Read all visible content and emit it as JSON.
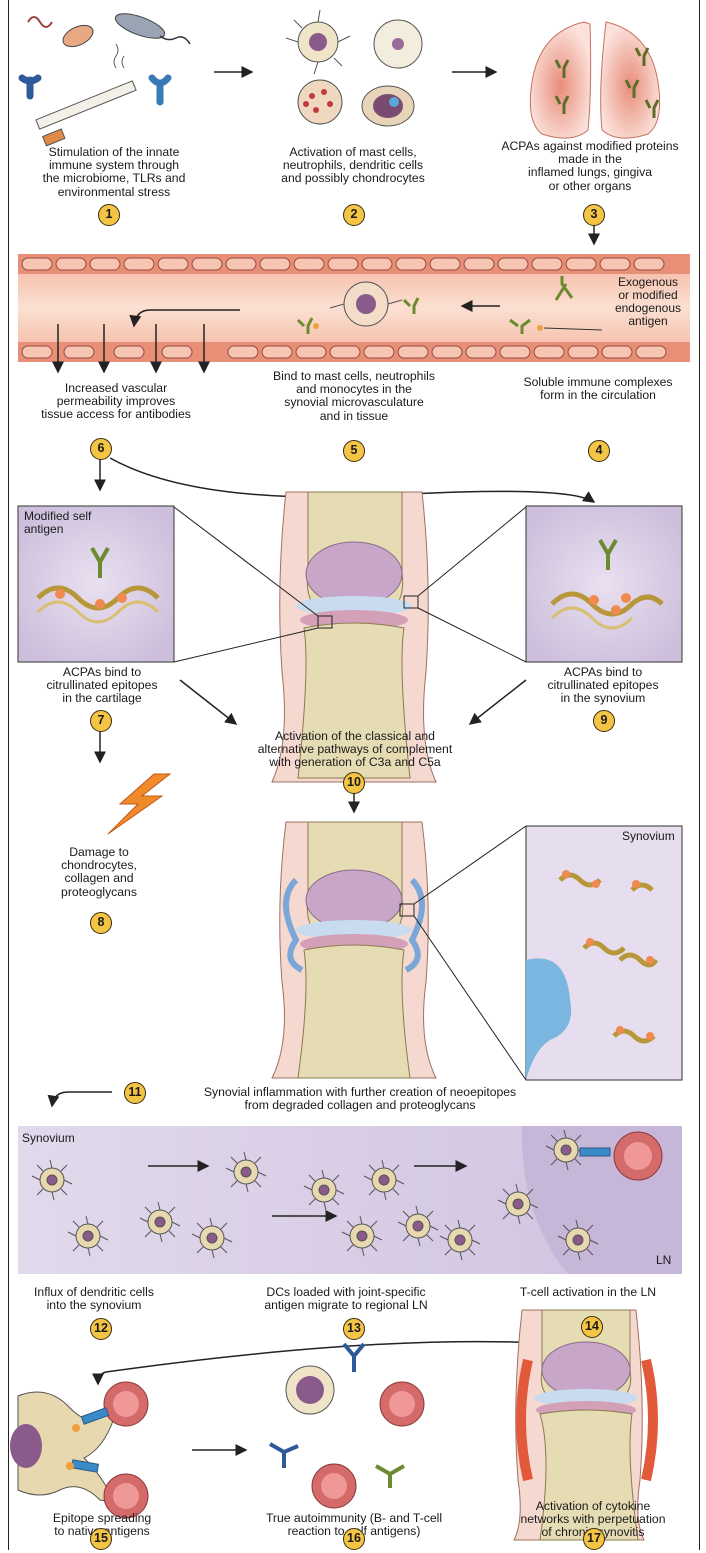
{
  "steps": [
    {
      "n": "1",
      "text": "Stimulation of the innate\nimmune system through\nthe microbiome, TLRs and\nenvironmental stress"
    },
    {
      "n": "2",
      "text": "Activation of mast cells,\nneutrophils, dendritic cells\nand possibly chondrocytes"
    },
    {
      "n": "3",
      "text": "ACPAs against modified proteins\nmade in the\ninflamed lungs, gingiva\nor other organs"
    },
    {
      "n": "4",
      "text": "Soluble immune complexes\nform in the circulation"
    },
    {
      "n": "5",
      "text": "Bind to mast cells, neutrophils\nand monocytes in the\nsynovial microvasculature\nand in tissue"
    },
    {
      "n": "6",
      "text": "Increased vascular\npermeability improves\ntissue access for antibodies"
    },
    {
      "n": "7",
      "text": "ACPAs bind to\ncitrullinated epitopes\nin the cartilage"
    },
    {
      "n": "8",
      "text": "Damage to\nchondrocytes,\ncollagen and\nproteoglycans"
    },
    {
      "n": "9",
      "text": "ACPAs bind to\ncitrullinated epitopes\nin the synovium"
    },
    {
      "n": "10",
      "text": "Activation of the classical and\nalternative pathways of complement\nwith generation of C3a and C5a"
    },
    {
      "n": "11",
      "text": "Synovial inflammation with further creation of neoepitopes\nfrom degraded collagen and proteoglycans"
    },
    {
      "n": "12",
      "text": "Influx of dendritic cells\ninto the synovium"
    },
    {
      "n": "13",
      "text": "DCs loaded with joint-specific\nantigen migrate to regional LN"
    },
    {
      "n": "14",
      "text": "T-cell activation in the LN"
    },
    {
      "n": "15",
      "text": "Epitope spreading\nto native antigens"
    },
    {
      "n": "16",
      "text": "True autoimmunity (B- and T-cell\nreaction to self antigens)"
    },
    {
      "n": "17",
      "text": "Activation of cytokine\nnetworks with perpetuation\nof chronic synovitis"
    }
  ],
  "labels": {
    "exogenous": "Exogenous\nor modified\nendogenous\nantigen",
    "modified_self": "Modified self\nantigen",
    "synovium_inset": "Synovium",
    "synovium_band": "Synovium",
    "ln": "LN"
  },
  "colors": {
    "badge": "#f4c445",
    "vessel": "#f0a88e",
    "synovium": "#d9cfe4",
    "bone": "#e6dcb4",
    "cartilage": "#c9dcef",
    "capsule": "#f3c9c0",
    "antibody_green": "#8aa54a"
  }
}
